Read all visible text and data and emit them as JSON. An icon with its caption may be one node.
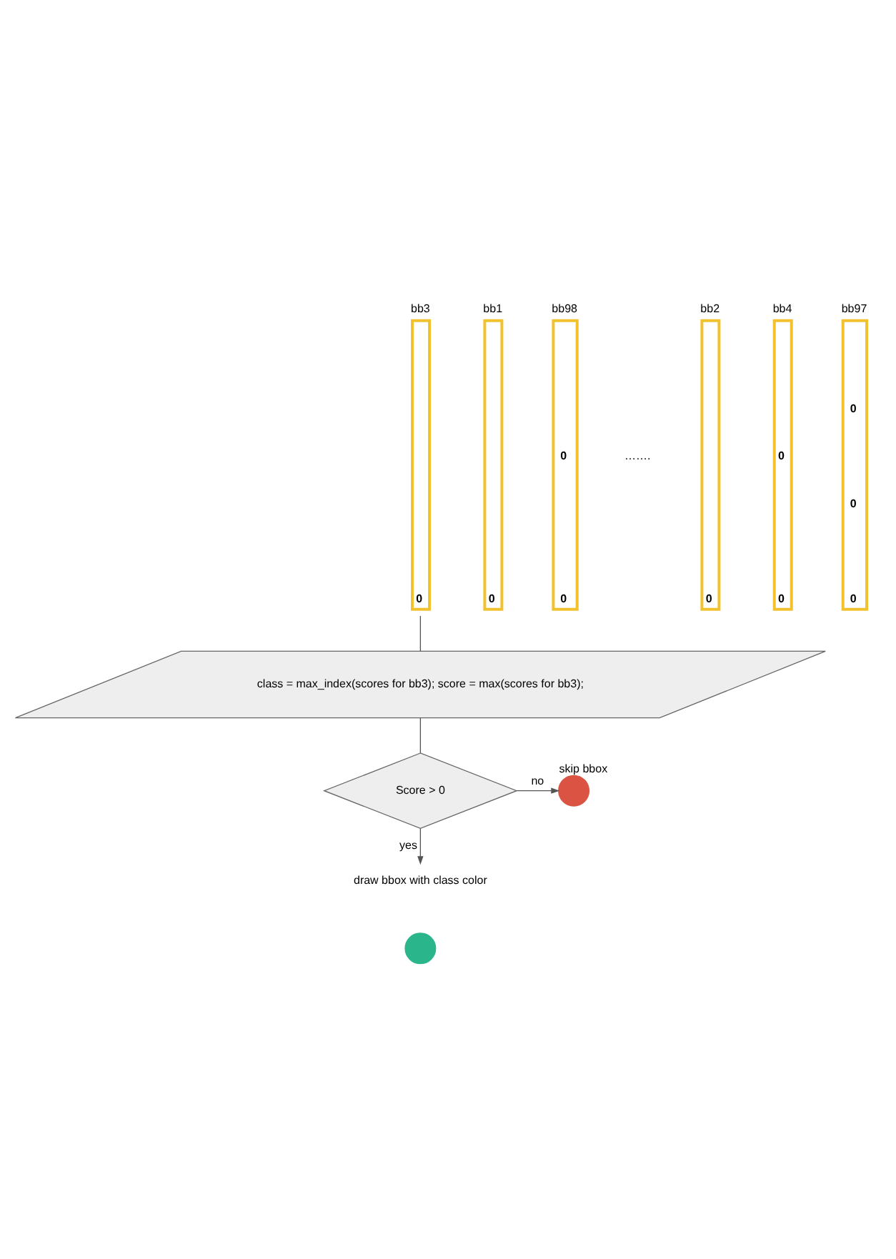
{
  "diagram": {
    "nodes": [
      {
        "text": [
          "bb3",
          "0"
        ]
      },
      {
        "text": [
          "bb1",
          "0"
        ]
      },
      {
        "text": [
          "bb98",
          "0",
          "0"
        ]
      },
      {
        "text": [
          "bb2",
          "0"
        ]
      },
      {
        "text": [
          "bb4",
          "0",
          "0"
        ]
      },
      {
        "text": [
          "bb97",
          "0",
          "0",
          "0"
        ]
      },
      {
        "text": [
          "class = max_index(scores for bb3); score = max(scores for bb3);"
        ]
      },
      {
        "text": [
          "Score > 0"
        ]
      },
      {
        "text": [],
        "shape": "circle",
        "beside": [
          "skip bbox"
        ]
      },
      {
        "text": [
          "draw bbox with class color"
        ]
      },
      {
        "text": [],
        "shape": "circle"
      }
    ],
    "edges": [
      {
        "from": 0,
        "to": 6,
        "arrow": "none"
      },
      {
        "from": 6,
        "to": 7,
        "arrow": "none"
      },
      {
        "from": 7,
        "to": 8,
        "arrow": "to",
        "label": "no"
      },
      {
        "from": 7,
        "to": 9,
        "arrow": "to",
        "label": "yes"
      }
    ],
    "labels": [
      "……."
    ]
  }
}
